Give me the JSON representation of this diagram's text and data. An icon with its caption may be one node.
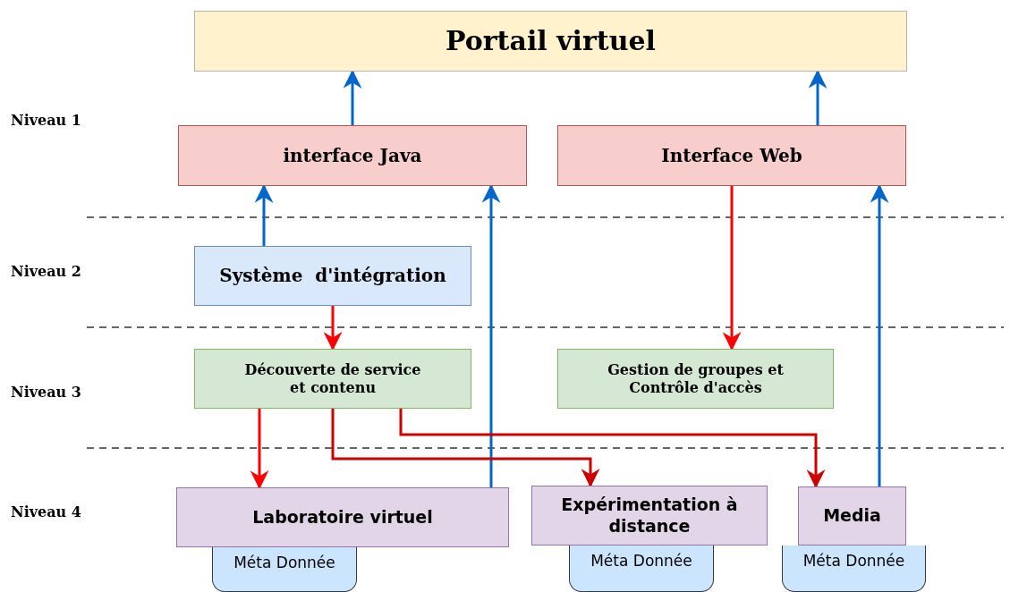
{
  "diagram": {
    "nodes": [
      {
        "text": [
          "Portail virtuel"
        ]
      },
      {
        "text": [
          "interface Java"
        ]
      },
      {
        "text": [
          "Interface Web"
        ]
      },
      {
        "text": [
          "Système  d'intégration"
        ]
      },
      {
        "text": [
          "Découverte de service et contenu"
        ]
      },
      {
        "text": [
          "Gestion de groupes et Contrôle d'accès"
        ]
      },
      {
        "text": [
          "Laboratoire virtuel"
        ]
      },
      {
        "text": [
          "Méta Donnée"
        ]
      },
      {
        "text": [
          "Expérimentation à distance"
        ]
      },
      {
        "text": [
          "Méta Donnée"
        ]
      },
      {
        "text": [
          "Media"
        ]
      },
      {
        "text": [
          "Méta Donnée"
        ]
      }
    ],
    "edges": [
      {
        "from": 1,
        "to": 0,
        "arrow": "to"
      },
      {
        "from": 2,
        "to": 0,
        "arrow": "to"
      },
      {
        "from": 3,
        "to": 1,
        "arrow": "to"
      },
      {
        "from": 6,
        "to": 1,
        "arrow": "to"
      },
      {
        "from": 10,
        "to": 2,
        "arrow": "to"
      },
      {
        "from": 2,
        "to": 5,
        "arrow": "to",
        "color": "#ff0000"
      },
      {
        "from": 3,
        "to": 4,
        "arrow": "to",
        "color": "#ff0000"
      },
      {
        "from": 4,
        "to": 6,
        "arrow": "to",
        "color": "#ff0000"
      },
      {
        "from": 4,
        "to": 8,
        "arrow": "to",
        "color": "#cc0000"
      },
      {
        "from": 4,
        "to": 10,
        "arrow": "to",
        "color": "#cc0000"
      }
    ],
    "labels": [
      "Niveau 1",
      "Niveau 2",
      "Niveau 3",
      "Niveau 4"
    ]
  }
}
